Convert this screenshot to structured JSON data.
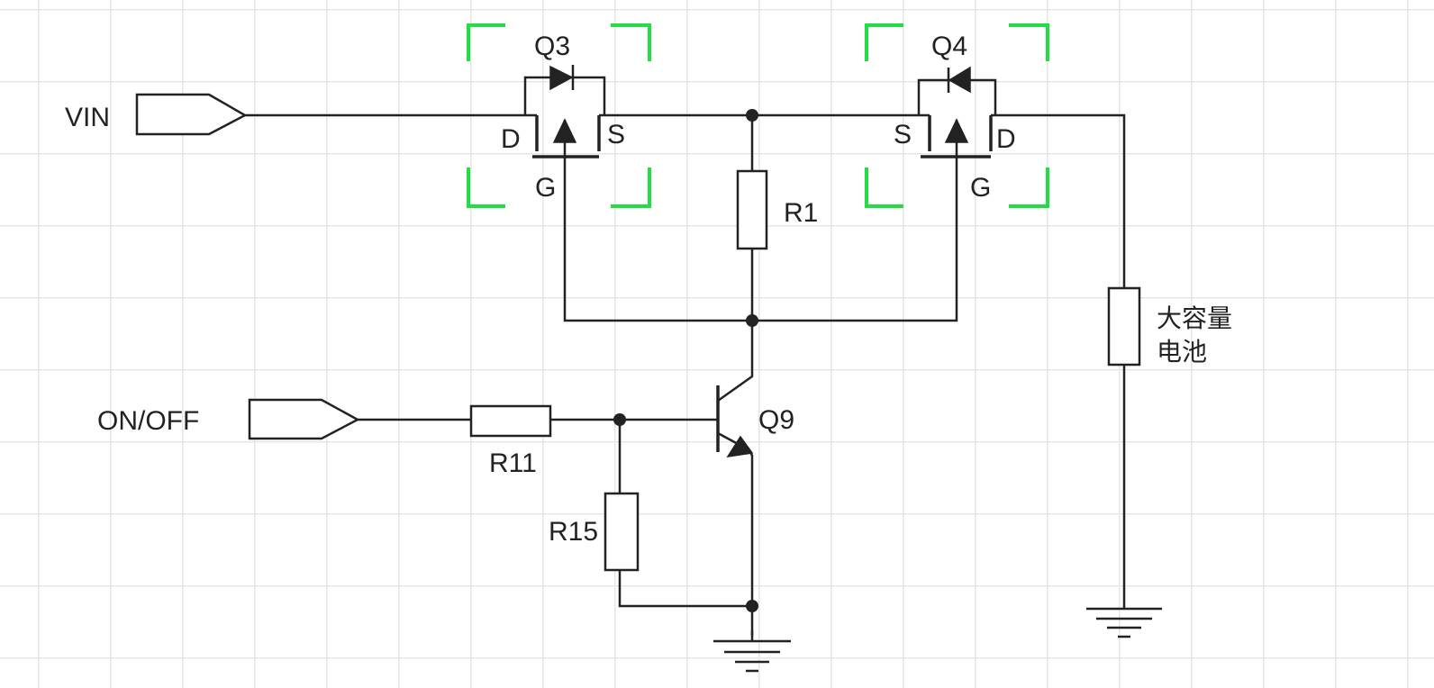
{
  "ports": {
    "vin": "VIN",
    "onoff": "ON/OFF"
  },
  "q3": {
    "name": "Q3",
    "drain": "D",
    "source": "S",
    "gate": "G"
  },
  "q4": {
    "name": "Q4",
    "source": "S",
    "drain": "D",
    "gate": "G"
  },
  "resistors": {
    "r1": "R1",
    "r11": "R11",
    "r15": "R15"
  },
  "transistor": {
    "q9": "Q9"
  },
  "battery": {
    "line1": "大容量",
    "line2": "电池"
  },
  "colors": {
    "highlight_bracket": "#22dd44",
    "wire": "#222222",
    "grid": "#e6e6e6"
  },
  "icons": {
    "ground": "ground-icon",
    "port": "input-port-icon",
    "body_diode": "diode-icon"
  }
}
